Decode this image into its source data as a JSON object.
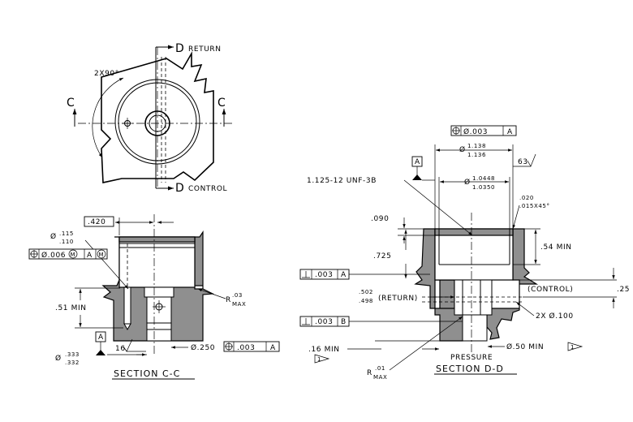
{
  "top_view": {
    "angle_label": "2X90°",
    "section_c_letter_left": "C",
    "section_c_letter_right": "C",
    "section_d_letter_top": "D",
    "section_d_word_top": "RETURN",
    "section_d_letter_bottom": "D",
    "section_d_word_bottom": "CONTROL"
  },
  "section_cc": {
    "dim_420": ".420",
    "dia_prefix": "Ø",
    "dia_upper": ".115",
    "dia_lower": ".110",
    "pos_tol_value": "Ø.006",
    "pos_mod_1": "M",
    "pos_datum": "A",
    "pos_mod_2": "M",
    "min_label": ".51 MIN",
    "radius_r": "R",
    "radius_value": ".03",
    "radius_max": "MAX",
    "datum_flag": "A",
    "bottom_dia_prefix": "Ø",
    "bottom_dia_upper": ".333",
    "bottom_dia_lower": ".332",
    "finish": "16",
    "hole_dia": "Ø.250",
    "hole_tol": ".003",
    "hole_datum": "A",
    "title": "SECTION C-C"
  },
  "section_dd": {
    "top_fcf_value": "Ø.003",
    "top_fcf_datum": "A",
    "dia_prefix_1": "Ø",
    "dia1_upper": "1.138",
    "dia1_lower": "1.136",
    "datum_flag": "A",
    "thread": "1.125-12 UNF-3B",
    "dia_prefix_2": "Ø",
    "dia2_upper": "1.0448",
    "dia2_lower": "1.0350",
    "finish": "63",
    "chamfer_upper": ".020",
    "chamfer_lower": ".015X45°",
    "dim_090": ".090",
    "dim_725": ".725",
    "dim_54": ".54 MIN",
    "perp_upper_tol": ".003",
    "perp_upper_datum": "A",
    "control_label": "(CONTROL)",
    "dim_25": ".25",
    "return_upper": ".502",
    "return_lower": ".498",
    "return_label": "(RETURN)",
    "two_x": "2X Ø.100",
    "perp_lower_tol": ".003",
    "perp_lower_datum": "B",
    "min_16": ".16 MIN",
    "flag_1": "1",
    "pressure": "PRESSURE",
    "min_50": "Ø.50 MIN",
    "flag_2": "1",
    "radius_r": "R",
    "radius_value": ".01",
    "radius_max": "MAX",
    "title": "SECTION D-D"
  }
}
